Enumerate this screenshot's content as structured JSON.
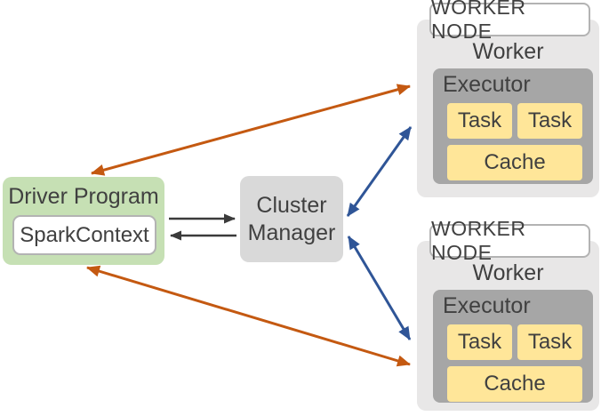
{
  "driver": {
    "label": "Driver Program",
    "spark_context": "SparkContext"
  },
  "cluster_manager": {
    "label": "Cluster Manager"
  },
  "workers": [
    {
      "node_label": "WORKER NODE",
      "worker_label": "Worker",
      "executor_label": "Executor",
      "tasks": [
        "Task",
        "Task"
      ],
      "cache_label": "Cache"
    },
    {
      "node_label": "WORKER NODE",
      "worker_label": "Worker",
      "executor_label": "Executor",
      "tasks": [
        "Task",
        "Task"
      ],
      "cache_label": "Cache"
    }
  ],
  "colors": {
    "driver_bg": "#c6e0b4",
    "cluster_bg": "#d9d9d9",
    "worker_bg": "#e8e7e7",
    "executor_bg": "#a6a6a6",
    "task_bg": "#ffe699",
    "arrow_orange": "#c45911",
    "arrow_blue": "#2f5597",
    "arrow_black": "#3b3b3b",
    "text": "#404040"
  }
}
